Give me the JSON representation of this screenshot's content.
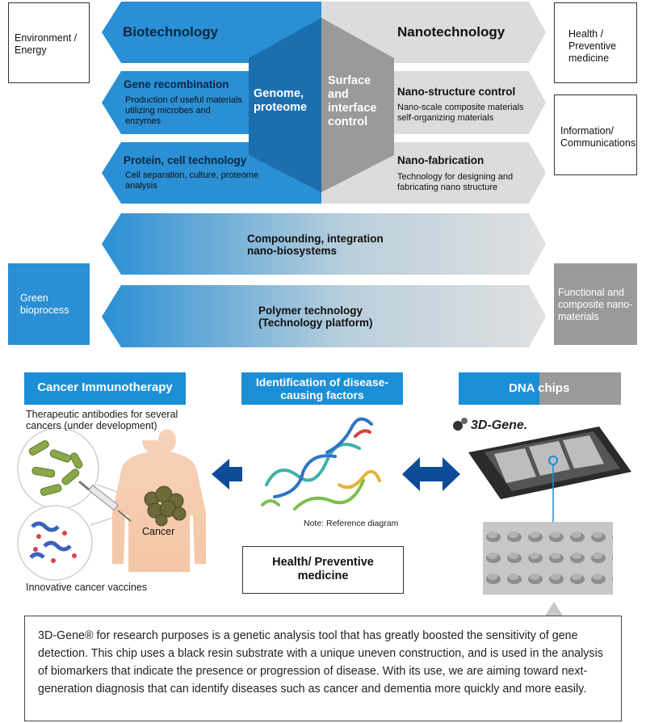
{
  "left_boxes": {
    "environment": "Environment / Energy",
    "green": "Green bioprocess"
  },
  "right_boxes": {
    "health": "Health / Preventive medicine",
    "info": "Information/ Communications",
    "functional": "Functional and composite nano-materials"
  },
  "top": {
    "bio_title": "Biotechnology",
    "nano_title": "Nanotechnology",
    "genome": "Genome, proteome",
    "surface": "Surface and interface control",
    "gene_title": "Gene recombination",
    "gene_desc": "Production of useful materials utilizing microbes and enzymes",
    "protein_title": "Protein, cell technology",
    "protein_desc": "Cell separation, culture, proteome analysis",
    "nano_struct_title": "Nano-structure control",
    "nano_struct_desc": "Nano-scale composite materials self-organizing materials",
    "nano_fab_title": "Nano-fabrication",
    "nano_fab_desc": "Technology for designing and fabricating nano structure",
    "compounding": "Compounding, integration nano-biosystems",
    "polymer": "Polymer technology (Technology platform)"
  },
  "bottom": {
    "cancer_badge": "Cancer Immunotherapy",
    "cancer_sub": "Therapeutic antibodies for several cancers (under development)",
    "cancer_label": "Cancer",
    "vaccines": "Innovative cancer vaccines",
    "identification_badge": "Identification of disease-causing factors",
    "note": "Note: Reference diagram",
    "health_box": "Health/ Preventive medicine",
    "dna_badge": "DNA chips",
    "gene_logo": "3D-Gene.",
    "description": "3D-Gene® for research purposes is a genetic analysis tool that has greatly boosted the sensitivity of gene detection. This chip uses a black resin substrate with a unique uneven construction, and is used in the analysis of biomarkers that indicate the presence or progression of disease. With its use, we are aiming toward next-generation diagnosis that can identify diseases such as cancer and dementia more quickly and more easily."
  },
  "colors": {
    "blue": "#2a8fd4",
    "dark_blue": "#1c6fae",
    "grey": "#9a9a9a",
    "light_grey": "#dcdcdc",
    "arrow_navy": "#0f4c97"
  }
}
